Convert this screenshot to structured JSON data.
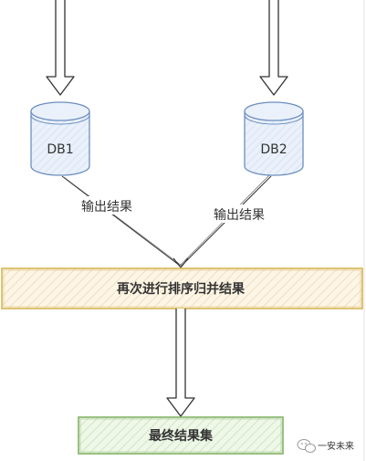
{
  "diagram": {
    "nodes": {
      "db1": {
        "label": "DB1"
      },
      "db2": {
        "label": "DB2"
      },
      "merge": {
        "label": "再次进行排序归并结果"
      },
      "final": {
        "label": "最终结果集"
      }
    },
    "edges": {
      "db1_to_merge": {
        "label": "输出结果"
      },
      "db2_to_merge": {
        "label": "输出结果"
      }
    },
    "watermark": {
      "text": "一安未来"
    },
    "colors": {
      "merge_fill": "#fdf5e6",
      "merge_border": "#d6b656",
      "final_fill": "#eef7e8",
      "final_border": "#82b366",
      "db_fill": "#eaf1fb",
      "db_border": "#6c8ebf",
      "line": "#333333",
      "hatch": "#d0d0d0"
    }
  }
}
